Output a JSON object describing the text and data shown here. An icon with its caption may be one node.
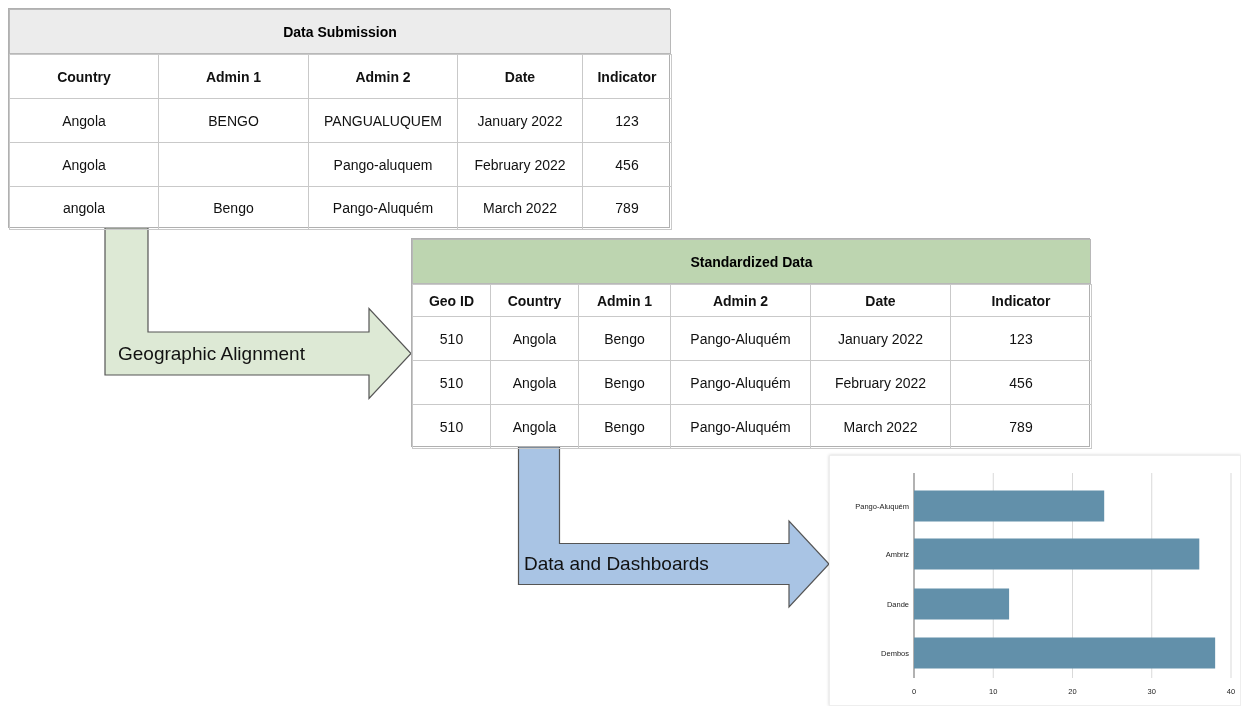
{
  "diagram": {
    "nodes": [
      {
        "text": [
          "Data Submission"
        ]
      },
      {
        "text": [
          "Standardized Data"
        ]
      },
      {
        "text": [],
        "shape": "box"
      }
    ],
    "edges": [
      {
        "from": 0,
        "to": 1,
        "arrow": "to",
        "label": "Geographic Alignment",
        "style": "thick",
        "color": "#dde9d5"
      },
      {
        "from": 1,
        "to": 2,
        "arrow": "to",
        "label": "Data and Dashboards",
        "style": "thick",
        "color": "#a9c4e4"
      }
    ],
    "labels": [
      "Country",
      "Admin 1",
      "Admin 2",
      "Date",
      "Indicator",
      "Angola",
      "BENGO",
      "PANGUALUQUEM",
      "January 2022",
      "123",
      "Angola",
      "Pango-aluquem",
      "February 2022",
      "456",
      "angola",
      "Bengo",
      "Pango-Aluquém",
      "March 2022",
      "789",
      "Geo ID",
      "Country",
      "Admin 1",
      "Admin 2",
      "Date",
      "Indicator",
      "510",
      "Angola",
      "Bengo",
      "Pango-Aluquém",
      "January 2022",
      "123",
      "510",
      "Angola",
      "Bengo",
      "Pango-Aluquém",
      "February 2022",
      "456",
      "510",
      "Angola",
      "Bengo",
      "Pango-Aluquém",
      "March 2022",
      "789"
    ],
    "chart_data": {
      "type": "bar",
      "orientation": "horizontal",
      "categories": [
        "Pango-Aluquém",
        "Ambriz",
        "Dande",
        "Dembos"
      ],
      "series": [
        {
          "color": "#6290aa",
          "values": [
            24,
            36,
            12,
            38
          ]
        }
      ],
      "xlim": [
        0,
        40
      ],
      "xticks": [
        0,
        10,
        20,
        30,
        40
      ],
      "grid": true
    }
  }
}
